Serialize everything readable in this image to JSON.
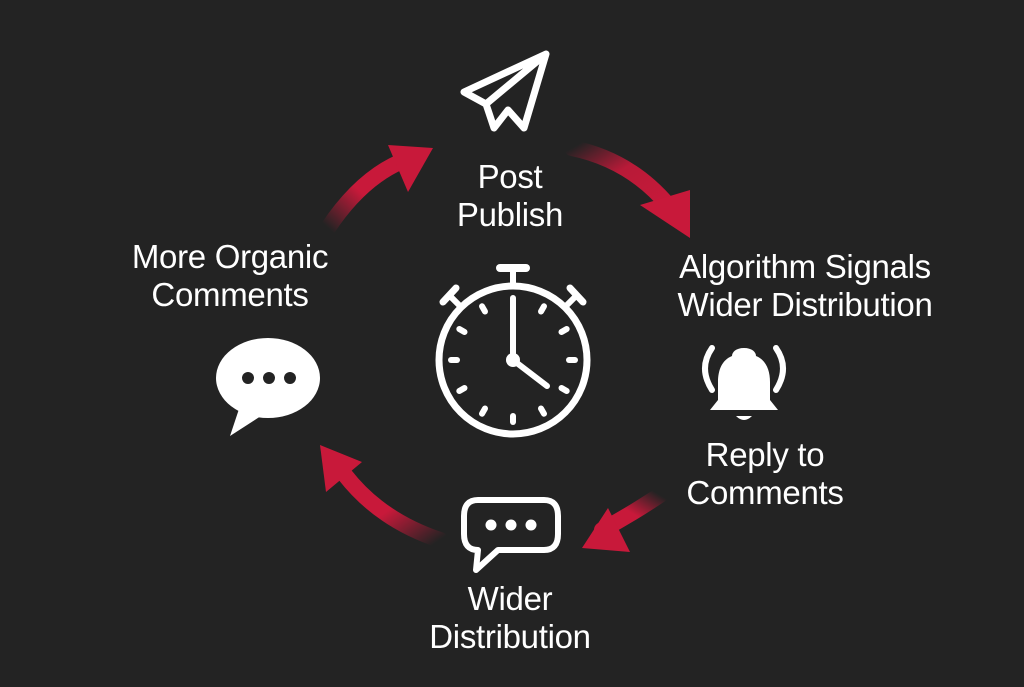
{
  "diagram": {
    "type": "cycle",
    "accent_color": "#c8193a",
    "background_color": "#232323",
    "center_icon": "stopwatch-icon",
    "nodes": [
      {
        "id": "post",
        "line1": "Post",
        "line2": "Publish",
        "icon": "paper-plane-icon"
      },
      {
        "id": "algo",
        "line1": "Algorithm Signals",
        "line2": "Wider Distribution",
        "icon": "bell-ringing-icon"
      },
      {
        "id": "reply",
        "line1": "Reply to",
        "line2": "Comments",
        "icon": "bell-ringing-icon"
      },
      {
        "id": "wider",
        "line1": "Wider",
        "line2": "Distribution",
        "icon": "chat-bubble-outline-icon"
      },
      {
        "id": "more",
        "line1": "More Organic",
        "line2": "Comments",
        "icon": "chat-bubble-filled-icon"
      }
    ],
    "arrows": [
      {
        "from": "post",
        "to": "algo"
      },
      {
        "from": "reply",
        "to": "wider"
      },
      {
        "from": "wider",
        "to": "more"
      },
      {
        "from": "more",
        "to": "post"
      }
    ]
  }
}
